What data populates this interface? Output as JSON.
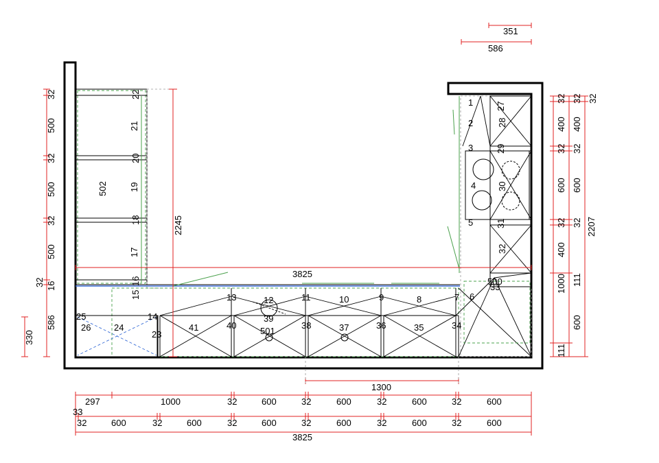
{
  "cabinet_numbers": [
    {
      "id": "n1",
      "text": "1"
    },
    {
      "id": "n2",
      "text": "2"
    },
    {
      "id": "n3",
      "text": "3"
    },
    {
      "id": "n4",
      "text": "4"
    },
    {
      "id": "n5",
      "text": "5"
    },
    {
      "id": "n6",
      "text": "6"
    },
    {
      "id": "n7",
      "text": "7"
    },
    {
      "id": "n8",
      "text": "8"
    },
    {
      "id": "n9",
      "text": "9"
    },
    {
      "id": "n10",
      "text": "10"
    },
    {
      "id": "n11",
      "text": "11"
    },
    {
      "id": "n12",
      "text": "12"
    },
    {
      "id": "n13",
      "text": "13"
    },
    {
      "id": "n14",
      "text": "14"
    },
    {
      "id": "n15",
      "text": "15"
    },
    {
      "id": "n16",
      "text": "16"
    },
    {
      "id": "n17",
      "text": "17"
    },
    {
      "id": "n18",
      "text": "18"
    },
    {
      "id": "n19",
      "text": "19"
    },
    {
      "id": "n20",
      "text": "20"
    },
    {
      "id": "n21",
      "text": "21"
    },
    {
      "id": "n22",
      "text": "22"
    },
    {
      "id": "n23",
      "text": "23"
    },
    {
      "id": "n24",
      "text": "24"
    },
    {
      "id": "n25",
      "text": "25"
    },
    {
      "id": "n26",
      "text": "26"
    },
    {
      "id": "n27",
      "text": "27"
    },
    {
      "id": "n28",
      "text": "28"
    },
    {
      "id": "n29",
      "text": "29"
    },
    {
      "id": "n30",
      "text": "30"
    },
    {
      "id": "n31",
      "text": "31"
    },
    {
      "id": "n32",
      "text": "32"
    },
    {
      "id": "n33",
      "text": "33"
    },
    {
      "id": "n34",
      "text": "34"
    },
    {
      "id": "n35",
      "text": "35"
    },
    {
      "id": "n36",
      "text": "36"
    },
    {
      "id": "n37",
      "text": "37"
    },
    {
      "id": "n38",
      "text": "38"
    },
    {
      "id": "n39",
      "text": "39"
    },
    {
      "id": "n40",
      "text": "40"
    },
    {
      "id": "n41",
      "text": "41"
    },
    {
      "id": "n500",
      "text": "500"
    },
    {
      "id": "n501",
      "text": "501"
    },
    {
      "id": "n502",
      "text": "502"
    }
  ],
  "dimensions": {
    "top_351": "351",
    "top_586": "586",
    "inner_3825": "3825",
    "vertical_2245": "2245",
    "left_32a": "32",
    "left_500a": "500",
    "left_32b": "32",
    "left_500b": "500",
    "left_32c": "32",
    "left_500c": "500",
    "left_32d": "32",
    "left_16": "16",
    "left_586": "586",
    "left_330": "330",
    "right1_32a": "32",
    "right1_400a": "400",
    "right1_32b": "32",
    "right1_600": "600",
    "right1_32c": "32",
    "right1_400b": "400",
    "right1_1000": "1000",
    "right1_111": "111",
    "right2_32a": "32",
    "right2_400": "400",
    "right2_32b": "32",
    "right2_600a": "600",
    "right2_32c": "32",
    "right2_111": "111",
    "right2_600b": "600",
    "right3_32": "32",
    "right3_2207": "2207",
    "bottom_1300": "1300",
    "row1": [
      "297",
      "1000",
      "32",
      "600",
      "32",
      "600",
      "32",
      "600",
      "32",
      "600"
    ],
    "row1_33": "33",
    "row2": [
      "32",
      "600",
      "32",
      "600",
      "32",
      "600",
      "32",
      "600",
      "32",
      "600",
      "32",
      "600"
    ],
    "total_3825": "3825"
  }
}
